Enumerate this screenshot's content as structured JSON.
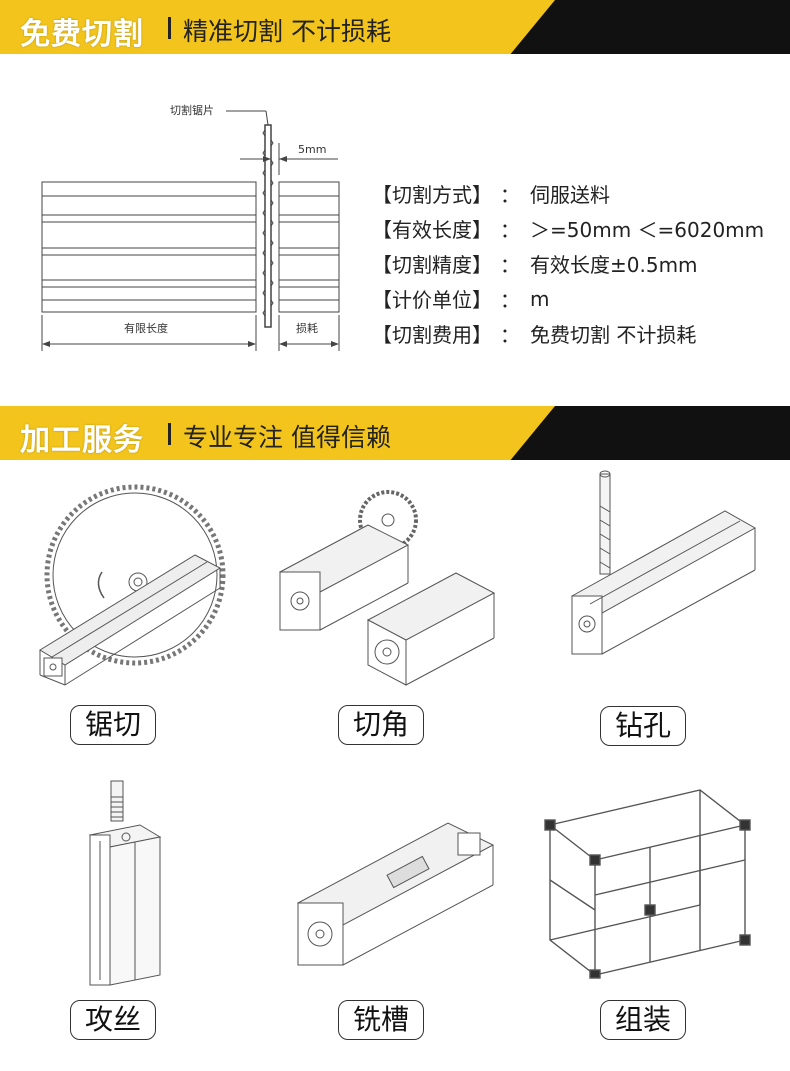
{
  "section1": {
    "title": "免费切割",
    "subtitle": "精准切割  不计损耗"
  },
  "diagram": {
    "blade_label": "切割锯片",
    "gap_label": "5mm",
    "length_label": "有限长度",
    "loss_label": "损耗"
  },
  "specs": [
    {
      "label": "【切割方式】",
      "value": "伺服送料"
    },
    {
      "label": "【有效长度】",
      "value": "＞=50mm ＜=6020mm"
    },
    {
      "label": "【切割精度】",
      "value": "有效长度±0.5mm"
    },
    {
      "label": "【计价单位】",
      "value": "m"
    },
    {
      "label": "【切割费用】",
      "value": "免费切割 不计损耗"
    }
  ],
  "spec_colon": "：",
  "section2": {
    "title": "加工服务",
    "subtitle": "专业专注  值得信赖"
  },
  "services": [
    {
      "label": "锯切",
      "icon": "saw-cutting-illustration"
    },
    {
      "label": "切角",
      "icon": "angle-cutting-illustration"
    },
    {
      "label": "钻孔",
      "icon": "drilling-illustration"
    },
    {
      "label": "攻丝",
      "icon": "tapping-illustration"
    },
    {
      "label": "铣槽",
      "icon": "milling-slot-illustration"
    },
    {
      "label": "组装",
      "icon": "assembly-frame-illustration"
    }
  ],
  "colors": {
    "accent_yellow": "#f3c51c",
    "banner_black": "#111111",
    "line_gray": "#444444"
  }
}
